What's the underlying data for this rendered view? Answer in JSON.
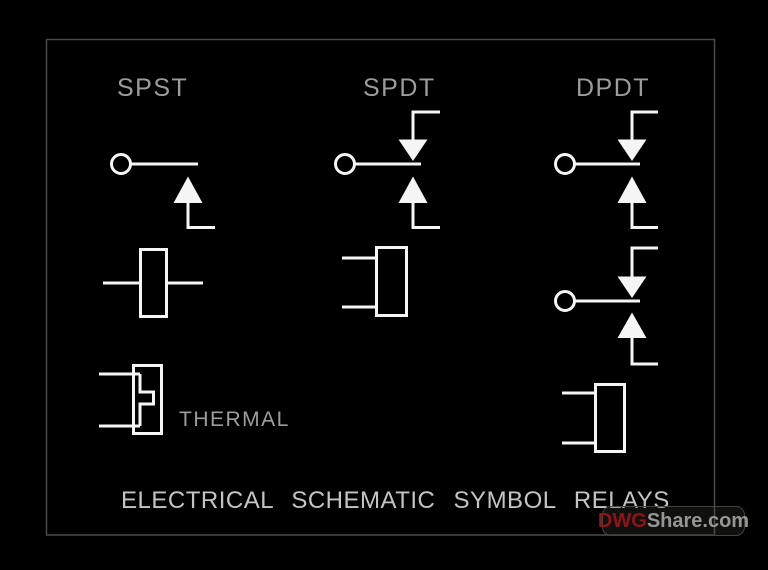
{
  "drawing": {
    "labels": {
      "spst": "SPST",
      "spdt": "SPDT",
      "dpdt": "DPDT",
      "thermal": "THERMAL"
    },
    "title": "ELECTRICAL SCHEMATIC SYMBOL RELAYS",
    "watermark": {
      "prefix": "DWG",
      "suffix": "Share.com"
    }
  },
  "colors": {
    "background": "#000000",
    "frame": "#4a4a4a",
    "symbol": "#f5f5f5",
    "label": "#9c9c9c",
    "title": "#c4c4c4",
    "watermark_red": "#8c1518",
    "watermark_gray": "#969696"
  }
}
